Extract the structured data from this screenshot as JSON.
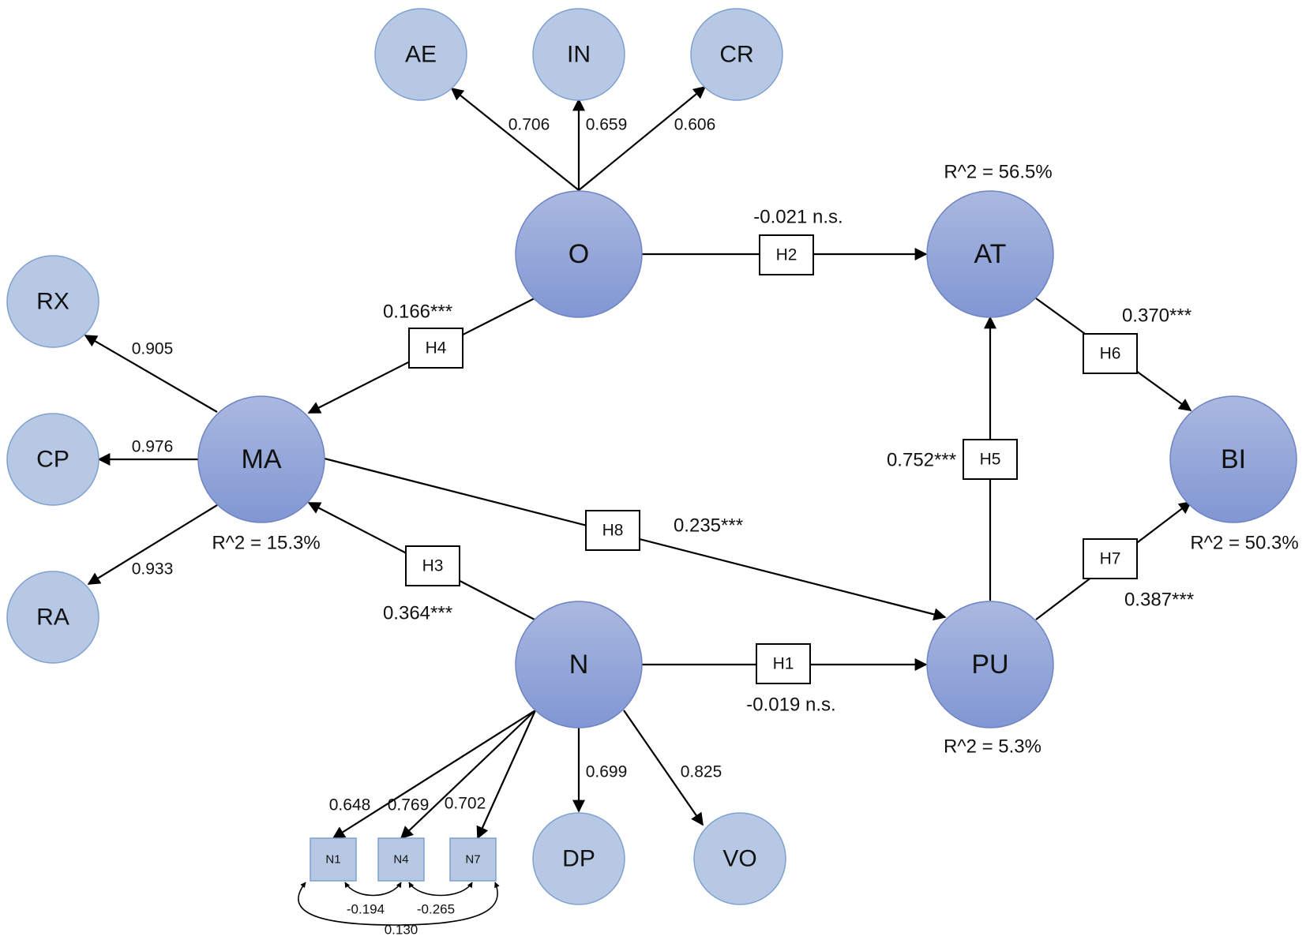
{
  "constructs": {
    "O": "O",
    "MA": "MA",
    "N": "N",
    "AT": "AT",
    "PU": "PU",
    "BI": "BI"
  },
  "indicators": {
    "AE": "AE",
    "IN": "IN",
    "CR": "CR",
    "RX": "RX",
    "CP": "CP",
    "RA": "RA",
    "DP": "DP",
    "VO": "VO",
    "N1": "N1",
    "N4": "N4",
    "N7": "N7"
  },
  "loadings": {
    "O_AE": "0.706",
    "O_IN": "0.659",
    "O_CR": "0.606",
    "MA_RX": "0.905",
    "MA_CP": "0.976",
    "MA_RA": "0.933",
    "N_N1": "0.648",
    "N_N4": "0.769",
    "N_N7": "0.702",
    "N_DP": "0.699",
    "N_VO": "0.825"
  },
  "covariances": {
    "N1_N4": "-0.194",
    "N4_N7": "-0.265",
    "N1_N7": "0.130"
  },
  "hypotheses": {
    "H1": {
      "label": "H1",
      "coef": "-0.019 n.s."
    },
    "H2": {
      "label": "H2",
      "coef": "-0.021 n.s."
    },
    "H3": {
      "label": "H3",
      "coef": "0.364***"
    },
    "H4": {
      "label": "H4",
      "coef": "0.166***"
    },
    "H5": {
      "label": "H5",
      "coef": "0.752***"
    },
    "H6": {
      "label": "H6",
      "coef": "0.370***"
    },
    "H7": {
      "label": "H7",
      "coef": "0.387***"
    },
    "H8": {
      "label": "H8",
      "coef": "0.235***"
    }
  },
  "r_squared": {
    "AT": "R^2 = 56.5%",
    "MA": "R^2 = 15.3%",
    "PU": "R^2 = 5.3%",
    "BI": "R^2 = 50.3%"
  },
  "colors": {
    "construct_fill_top": "#aab9e0",
    "construct_fill_bottom": "#8196d3",
    "construct_stroke": "#6f84c4",
    "indicator_fill": "#b6c8e4",
    "indicator_stroke": "#7fa0d0",
    "line": "#000000"
  }
}
